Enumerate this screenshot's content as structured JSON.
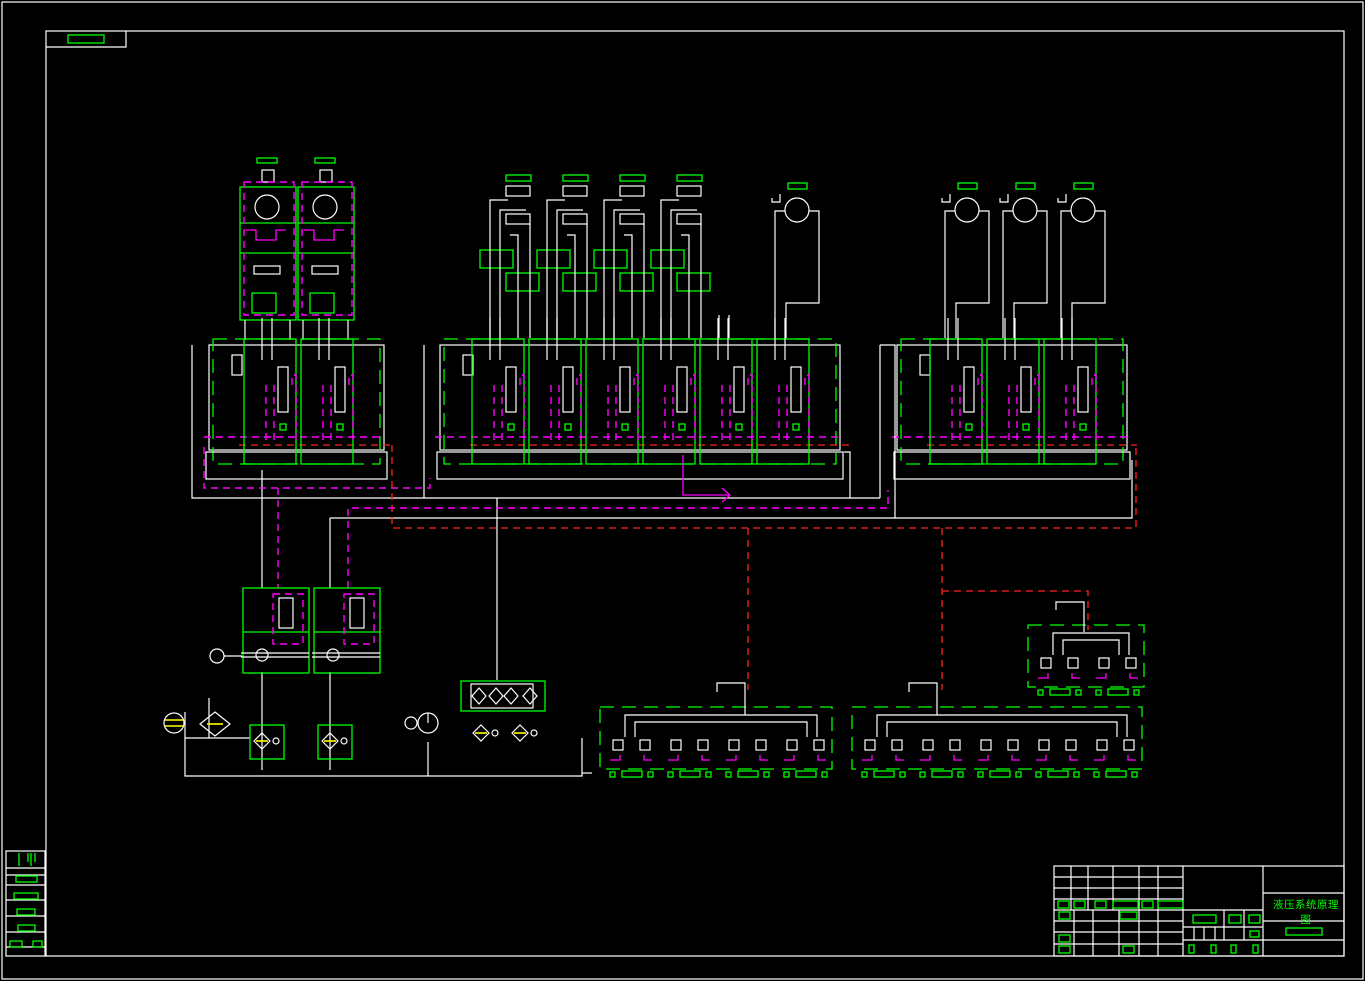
{
  "drawing": {
    "type": "hydraulic-system-schematic",
    "background": "#000000",
    "colors": {
      "frame": "#ffffff",
      "component_boundary": "#00ff00",
      "pilot_line": "#ff00ff",
      "drain_line": "#ff2020",
      "filter_element": "#ffff00"
    }
  },
  "title_block": {
    "drawing_title": "液压系统原理图"
  },
  "components": {
    "pump_units": 2,
    "top_left_motors": 2,
    "cylinders": 8,
    "manifold_blocks": 3,
    "valve_sections_left": 2,
    "valve_sections_middle": 6,
    "valve_sections_right": 3,
    "hydraulic_motors_middle": 1,
    "hydraulic_motors_right": 3,
    "brake_valve_groups_bottom_left": 4,
    "brake_valve_groups_bottom_right": 5,
    "brake_valve_groups_top_right": 2
  }
}
